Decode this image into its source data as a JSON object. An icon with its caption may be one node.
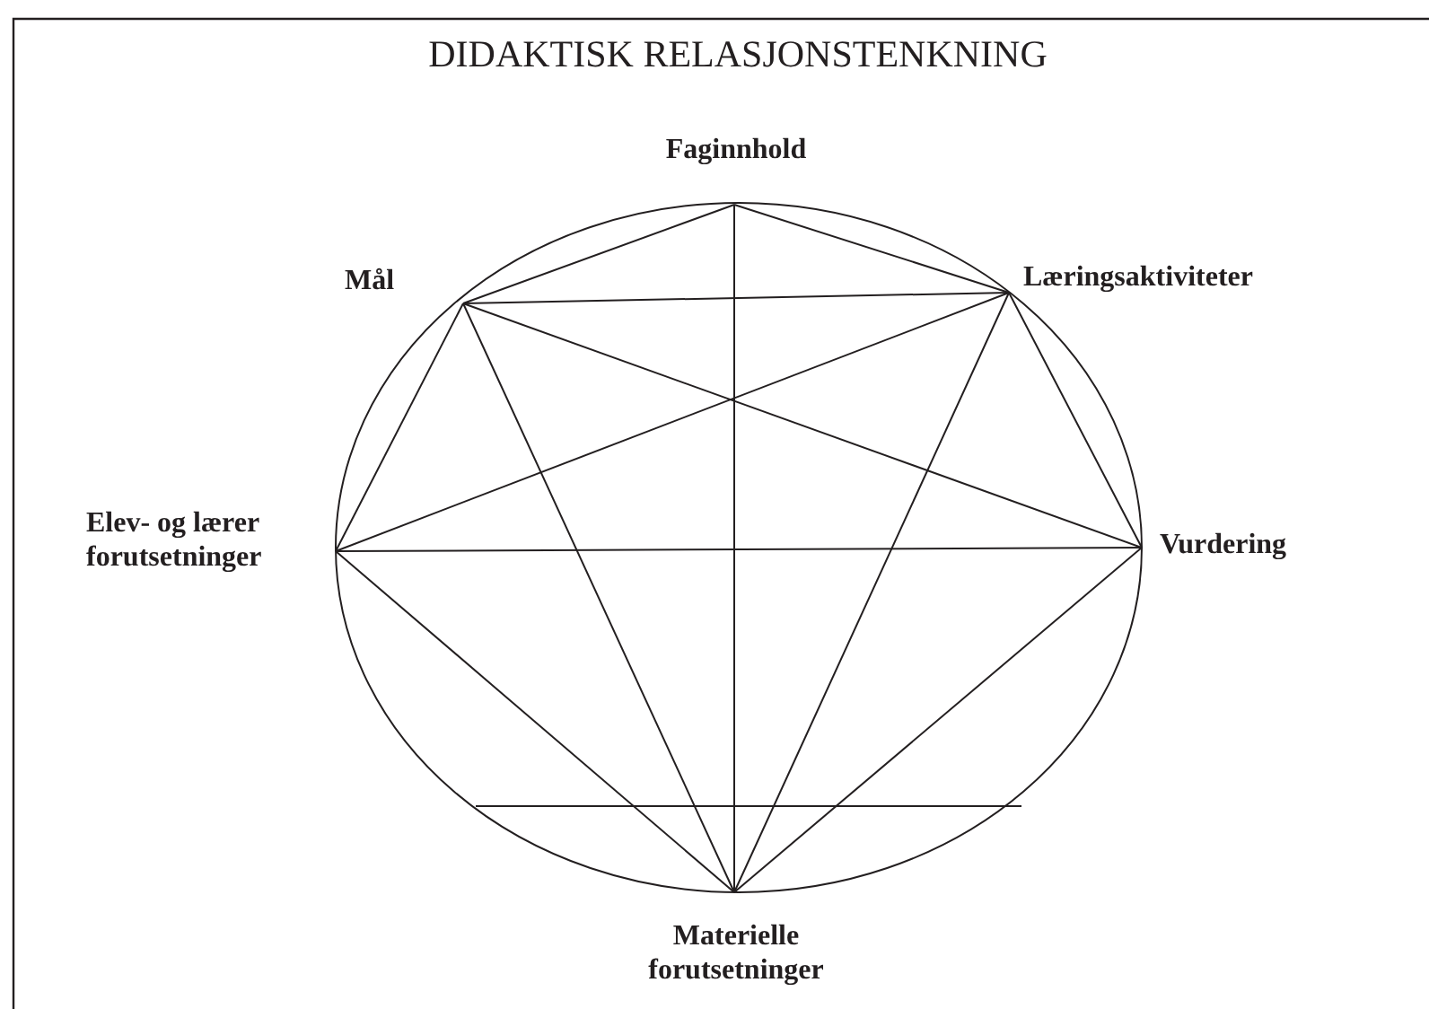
{
  "diagram": {
    "title": "DIDAKTISK RELASJONSTENKNING",
    "nodes": [
      {
        "text": [
          "Faginnhold"
        ]
      },
      {
        "text": [
          "Mål"
        ]
      },
      {
        "text": [
          "Læringsaktiviteter"
        ]
      },
      {
        "text": [
          "Elev- og lærer forutsetninger"
        ]
      },
      {
        "text": [
          "Vurdering"
        ]
      },
      {
        "text": [
          "Materielle forutsetninger"
        ]
      }
    ],
    "edges": [
      {
        "from": 0,
        "to": 1,
        "arrow": "none"
      },
      {
        "from": 0,
        "to": 2,
        "arrow": "none"
      },
      {
        "from": 0,
        "to": 5,
        "arrow": "none"
      },
      {
        "from": 1,
        "to": 2,
        "arrow": "none"
      },
      {
        "from": 1,
        "to": 3,
        "arrow": "none"
      },
      {
        "from": 1,
        "to": 4,
        "arrow": "none"
      },
      {
        "from": 1,
        "to": 5,
        "arrow": "none"
      },
      {
        "from": 2,
        "to": 3,
        "arrow": "none"
      },
      {
        "from": 2,
        "to": 4,
        "arrow": "none"
      },
      {
        "from": 2,
        "to": 5,
        "arrow": "none"
      },
      {
        "from": 3,
        "to": 4,
        "arrow": "none"
      },
      {
        "from": 3,
        "to": 5,
        "arrow": "none"
      },
      {
        "from": 4,
        "to": 5,
        "arrow": "none"
      }
    ]
  }
}
